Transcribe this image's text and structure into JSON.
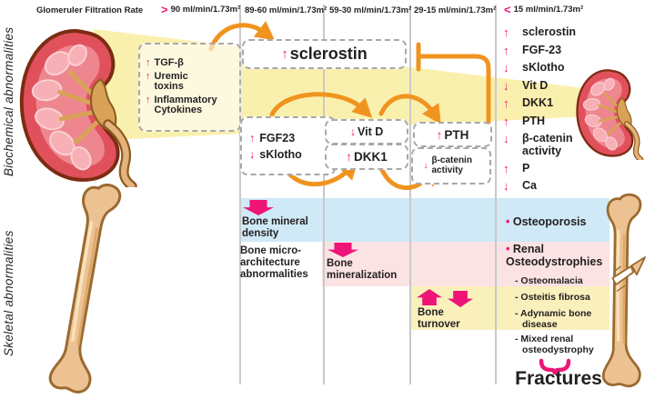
{
  "header": {
    "label": "Glomeruler Filtration Rate",
    "stages": [
      {
        "sym": ">",
        "text": "90 ml/min/1.73m²"
      },
      {
        "sym": "",
        "text": "89-60 ml/min/1.73m²"
      },
      {
        "sym": "",
        "text": "59-30 ml/min/1.73m²"
      },
      {
        "sym": "",
        "text": "29-15 ml/min/1.73m²"
      },
      {
        "sym": "<",
        "text": "15 ml/min/1.73m²"
      }
    ]
  },
  "sides": {
    "biochemical": "Biochemical abnormalities",
    "skeletal": "Skeletal abnormalities"
  },
  "boxes": {
    "tgf": {
      "items": [
        {
          "arrow": "↑",
          "label": "TGF-β"
        },
        {
          "arrow": "↑",
          "label": "Uremic toxins"
        },
        {
          "arrow": "↑",
          "label": "Inflammatory Cytokines"
        }
      ]
    },
    "sclerostin": {
      "arrow": "↑",
      "label": "sclerostin"
    },
    "fgf": {
      "items": [
        {
          "arrow": "↑",
          "label": "FGF23"
        },
        {
          "arrow": "↓",
          "label": "sKlotho"
        }
      ]
    },
    "vitd": {
      "arrow": "↓",
      "label": "Vit D"
    },
    "dkk1": {
      "arrow": "↑",
      "label": "DKK1"
    },
    "pth": {
      "arrow": "↑",
      "label": "PTH"
    },
    "bcat": {
      "arrow": "↓",
      "label": "β-catenin activity"
    }
  },
  "stage5": {
    "items": [
      {
        "arrow": "↑",
        "label": "sclerostin"
      },
      {
        "arrow": "↑",
        "label": "FGF-23"
      },
      {
        "arrow": "↓",
        "label": "sKlotho"
      },
      {
        "arrow": "↓",
        "label": "Vit D"
      },
      {
        "arrow": "↑",
        "label": "DKK1"
      },
      {
        "arrow": "↑",
        "label": "PTH"
      },
      {
        "arrow": "↓",
        "label": "β-catenin activity"
      },
      {
        "arrow": "↑",
        "label": "P"
      },
      {
        "arrow": "↓",
        "label": "Ca"
      }
    ]
  },
  "skeletal": {
    "bullet": "•",
    "bmd": "Bone mineral density",
    "micro": "Bone micro-architecture abnormalities",
    "mineralization": "Bone mineralization",
    "turnover": "Bone turnover",
    "osteoporosis": "Osteoporosis",
    "renal": "Renal Osteodystrophies",
    "sub": [
      "- Osteomalacia",
      "- Osteitis fibrosa",
      "- Adynamic bone disease",
      "- Mixed renal osteodystrophy"
    ],
    "fractures": "Fractures"
  },
  "colors": {
    "accent_pink": "#ee1478",
    "accent_orange": "#f0941f",
    "wedge_yellow": "#faf0ae",
    "band_blue": "#cfe9f6",
    "band_pink": "#fbe2e3",
    "band_yellow": "#f9f0bb",
    "kidney_red": "#e0515c",
    "bone_tan": "#edc292"
  }
}
